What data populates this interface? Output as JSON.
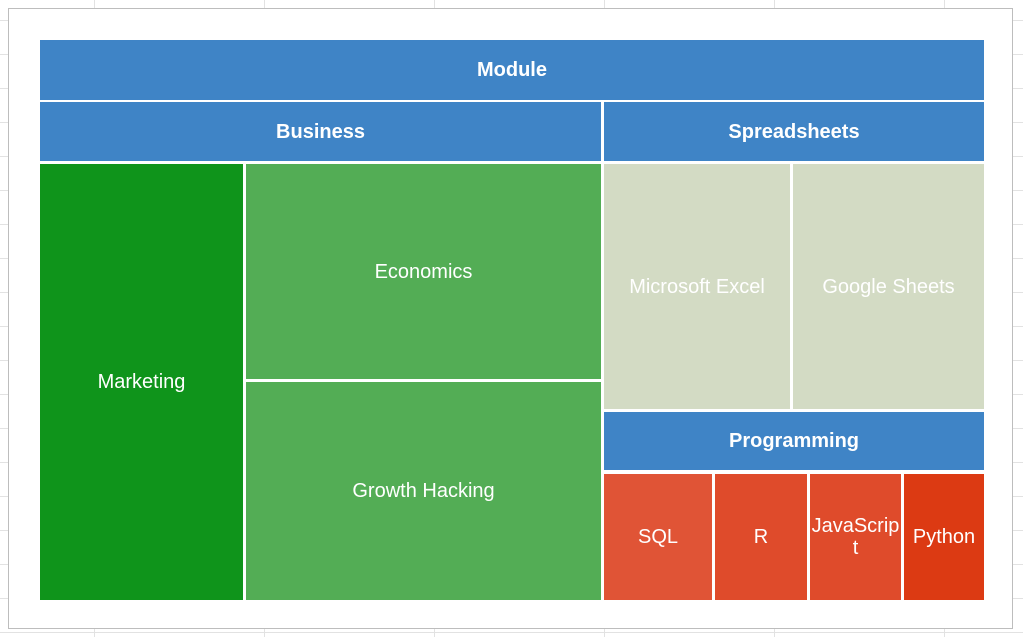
{
  "chart_data": {
    "type": "treemap",
    "root": {
      "name": "Module",
      "color": "#3f84c6",
      "children": [
        {
          "name": "Business",
          "color": "#3f84c6",
          "children": [
            {
              "name": "Marketing",
              "color": "#0f941b"
            },
            {
              "name": "Economics",
              "color": "#53ad55"
            },
            {
              "name": "Growth Hacking",
              "color": "#53ad55"
            }
          ]
        },
        {
          "name": "Spreadsheets",
          "color": "#3f84c6",
          "children": [
            {
              "name": "Microsoft Excel",
              "color": "#d3dbc4"
            },
            {
              "name": "Google Sheets",
              "color": "#d3dbc4"
            }
          ]
        },
        {
          "name": "Programming",
          "color": "#3f84c6",
          "children": [
            {
              "name": "SQL",
              "color": "#e05436"
            },
            {
              "name": "R",
              "color": "#df4b2b"
            },
            {
              "name": "JavaScript",
              "color": "#df4b2b"
            },
            {
              "name": "Python",
              "color": "#dc3a13"
            }
          ]
        }
      ]
    }
  }
}
